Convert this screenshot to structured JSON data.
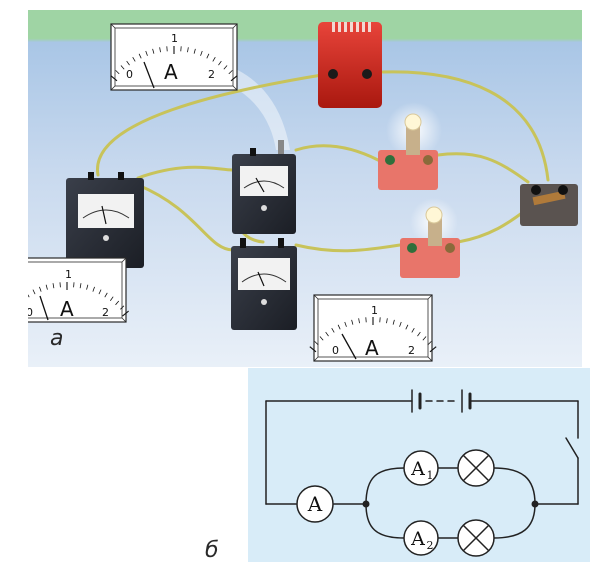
{
  "figure": {
    "label_a": "а",
    "label_b": "б"
  },
  "meters": {
    "dial_left": {
      "t0": "0",
      "t1": "1",
      "t2": "2",
      "unit": "A"
    },
    "dial_top": {
      "t0": "0",
      "t1": "1",
      "t2": "2",
      "unit": "A"
    },
    "dial_bottom": {
      "t0": "0",
      "t1": "1",
      "t2": "2",
      "unit": "A"
    }
  },
  "schematic": {
    "ammeter_main": "A",
    "ammeter_1": "A",
    "ammeter_1_sub": "1",
    "ammeter_2": "A",
    "ammeter_2_sub": "2"
  },
  "colors": {
    "sky": "#a9c6e6",
    "grass": "#9fd4a4",
    "table": "#dfeaf6",
    "wire": "#c8c35a",
    "meter_body": "#262a33",
    "dial_face": "#ffffff",
    "battery": "#d52a1e",
    "lamp_base": "#e8756a",
    "schematic_bg": "#d8ecf8",
    "schematic_line": "#222222"
  }
}
